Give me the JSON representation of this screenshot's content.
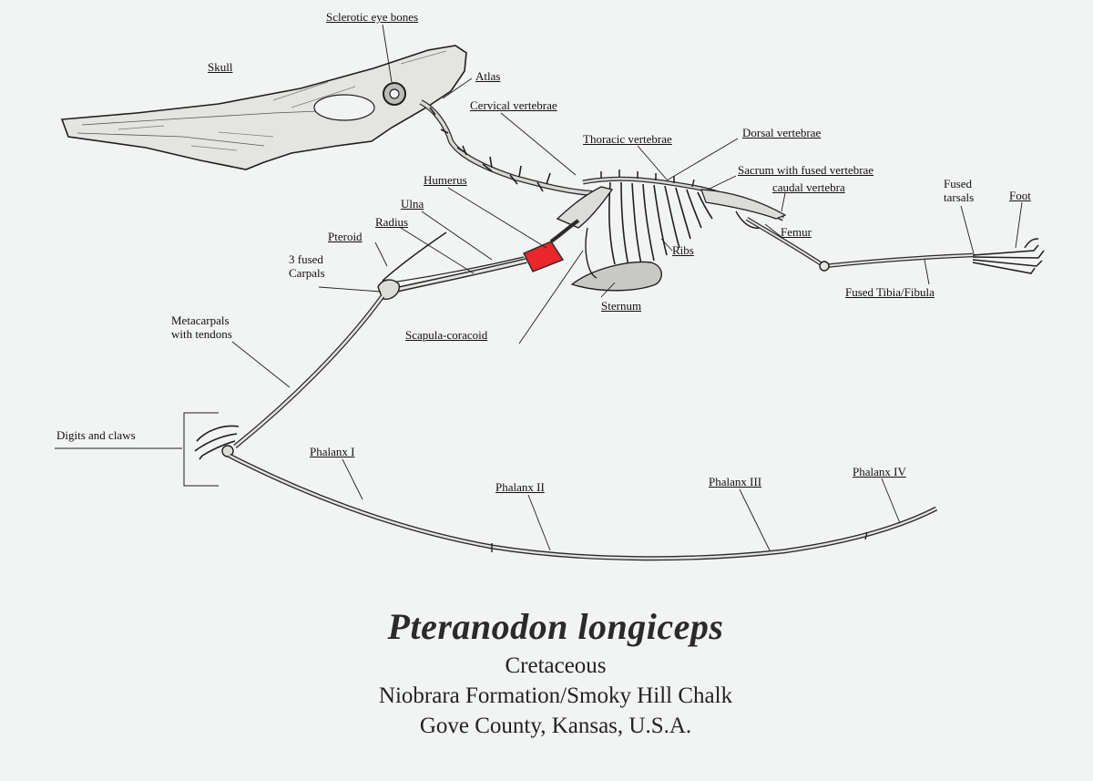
{
  "diagram": {
    "labels": {
      "sclerotic_eye_bones": "Sclerotic eye bones",
      "skull": "Skull",
      "atlas": "Atlas",
      "cervical_vertebrae": "Cervical vertebrae",
      "thoracic_vertebrae": "Thoracic vertebrae",
      "dorsal_vertebrae": "Dorsal vertebrae",
      "sacrum": "Sacrum with fused vertebrae",
      "caudal_vertebra": "caudal vertebra",
      "fused_tarsals": "Fused\ntarsals",
      "foot": "Foot",
      "humerus": "Humerus",
      "ulna": "Ulna",
      "radius": "Radius",
      "pteroid": "Pteroid",
      "fused_carpals": "3 fused\nCarpals",
      "femur": "Femur",
      "ribs": "Ribs",
      "fused_tibia_fibula": "Fused Tibia/Fibula",
      "sternum": "Sternum",
      "scapula_coracoid": "Scapula-coracoid",
      "metacarpals": "Metacarpals\nwith tendons",
      "digits_claws": "Digits and claws",
      "phalanx_1": "Phalanx I",
      "phalanx_2": "Phalanx II",
      "phalanx_3": "Phalanx III",
      "phalanx_4": "Phalanx IV"
    },
    "highlight_color": "#e8262b",
    "bone_fill": "#dcdcd8",
    "ink_color": "#1e1e1e"
  },
  "caption": {
    "species": "Pteranodon longiceps",
    "period": "Cretaceous",
    "formation": "Niobrara Formation/Smoky Hill Chalk",
    "location": "Gove County, Kansas, U.S.A."
  }
}
